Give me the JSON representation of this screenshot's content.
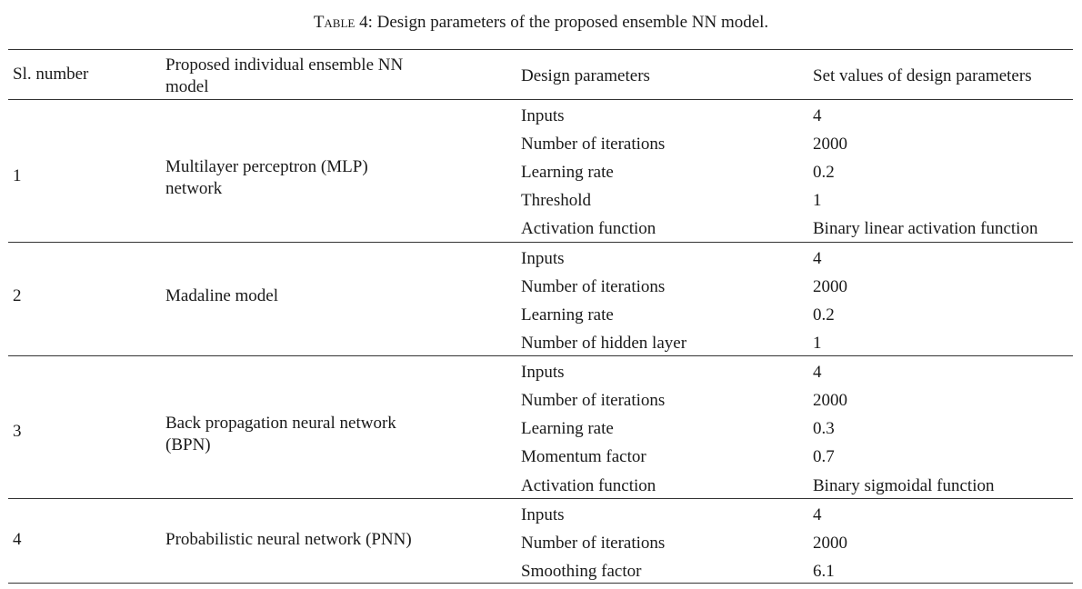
{
  "table": {
    "caption_label": "Table 4",
    "caption_text": ": Design parameters of the proposed ensemble NN model.",
    "headers": {
      "sl": "Sl. number",
      "model_line1": "Proposed individual ensemble NN",
      "model_line2": "model",
      "params": "Design parameters",
      "values": "Set values of design parameters"
    },
    "groups": [
      {
        "sl": "1",
        "model_line1": "Multilayer perceptron (MLP)",
        "model_line2": "network",
        "params": [
          {
            "name": "Inputs",
            "value": "4"
          },
          {
            "name": "Number of iterations",
            "value": "2000"
          },
          {
            "name": "Learning rate",
            "value": "0.2"
          },
          {
            "name": "Threshold",
            "value": "1"
          },
          {
            "name": "Activation function",
            "value": "Binary linear activation function"
          }
        ]
      },
      {
        "sl": "2",
        "model_line1": "Madaline model",
        "model_line2": "",
        "params": [
          {
            "name": "Inputs",
            "value": "4"
          },
          {
            "name": "Number of iterations",
            "value": "2000"
          },
          {
            "name": "Learning rate",
            "value": "0.2"
          },
          {
            "name": "Number of hidden layer",
            "value": "1"
          }
        ]
      },
      {
        "sl": "3",
        "model_line1": "Back propagation neural network",
        "model_line2": "(BPN)",
        "params": [
          {
            "name": "Inputs",
            "value": "4"
          },
          {
            "name": "Number of iterations",
            "value": "2000"
          },
          {
            "name": "Learning rate",
            "value": "0.3"
          },
          {
            "name": "Momentum factor",
            "value": "0.7"
          },
          {
            "name": "Activation function",
            "value": "Binary sigmoidal function"
          }
        ]
      },
      {
        "sl": "4",
        "model_line1": "Probabilistic neural network (PNN)",
        "model_line2": "",
        "params": [
          {
            "name": "Inputs",
            "value": "4"
          },
          {
            "name": "Number of iterations",
            "value": "2000"
          },
          {
            "name": "Smoothing factor",
            "value": "6.1"
          }
        ]
      }
    ]
  }
}
